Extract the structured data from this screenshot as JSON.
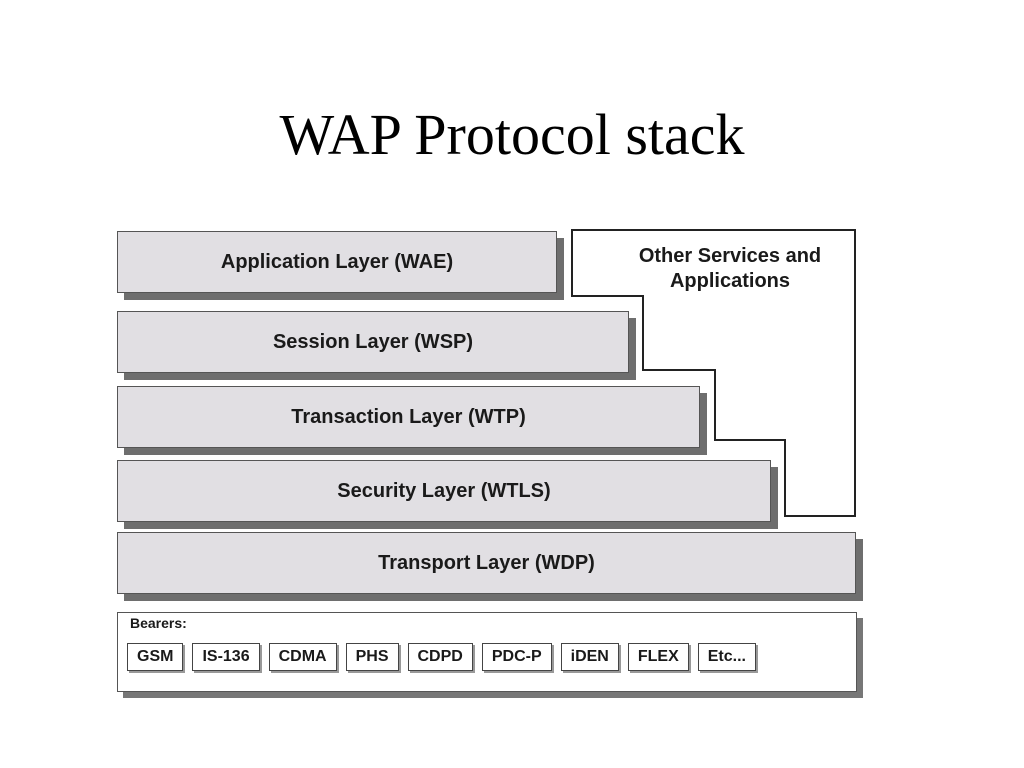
{
  "title": "WAP Protocol stack",
  "layers": [
    {
      "id": "application",
      "label": "Application Layer (WAE)"
    },
    {
      "id": "session",
      "label": "Session Layer (WSP)"
    },
    {
      "id": "transaction",
      "label": "Transaction Layer (WTP)"
    },
    {
      "id": "security",
      "label": "Security Layer (WTLS)"
    },
    {
      "id": "transport",
      "label": "Transport Layer (WDP)"
    }
  ],
  "other_services": {
    "line1": "Other Services and",
    "line2": "Applications"
  },
  "bearers": {
    "label": "Bearers:",
    "items": [
      "GSM",
      "IS-136",
      "CDMA",
      "PHS",
      "CDPD",
      "PDC-P",
      "iDEN",
      "FLEX",
      "Etc..."
    ]
  },
  "colors": {
    "layer_fill": "#e1dfe3",
    "shadow": "#6e6e6e",
    "border": "#555555"
  }
}
